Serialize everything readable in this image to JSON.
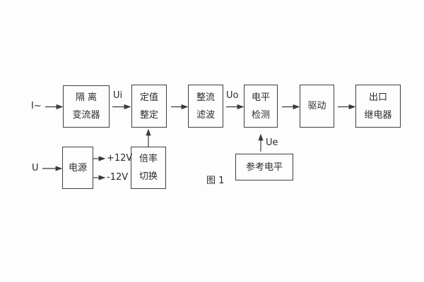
{
  "figure": {
    "caption": "图 1"
  },
  "blocks": {
    "isolation": {
      "line1": "隔 离",
      "line2": "变流器"
    },
    "setting": {
      "line1": "定值",
      "line2": "整定"
    },
    "rectifier": {
      "line1": "整流",
      "line2": "滤波"
    },
    "level_detect": {
      "line1": "电平",
      "line2": "检测"
    },
    "drive": {
      "label": "驱动"
    },
    "output_relay": {
      "line1": "出口",
      "line2": "继电器"
    },
    "power": {
      "label": "电源"
    },
    "ratio_switch": {
      "line1": "倍率",
      "line2": "切换"
    },
    "reference_level": {
      "label": "参考电平"
    }
  },
  "labels": {
    "input_current": "I~",
    "input_voltage": "U",
    "ui": "Ui",
    "uo": "Uo",
    "ue": "Ue",
    "plus12v": "+12V",
    "minus12v": "-12V"
  },
  "colors": {
    "line": "#3a3a3a",
    "background": "#fdfdfd"
  }
}
